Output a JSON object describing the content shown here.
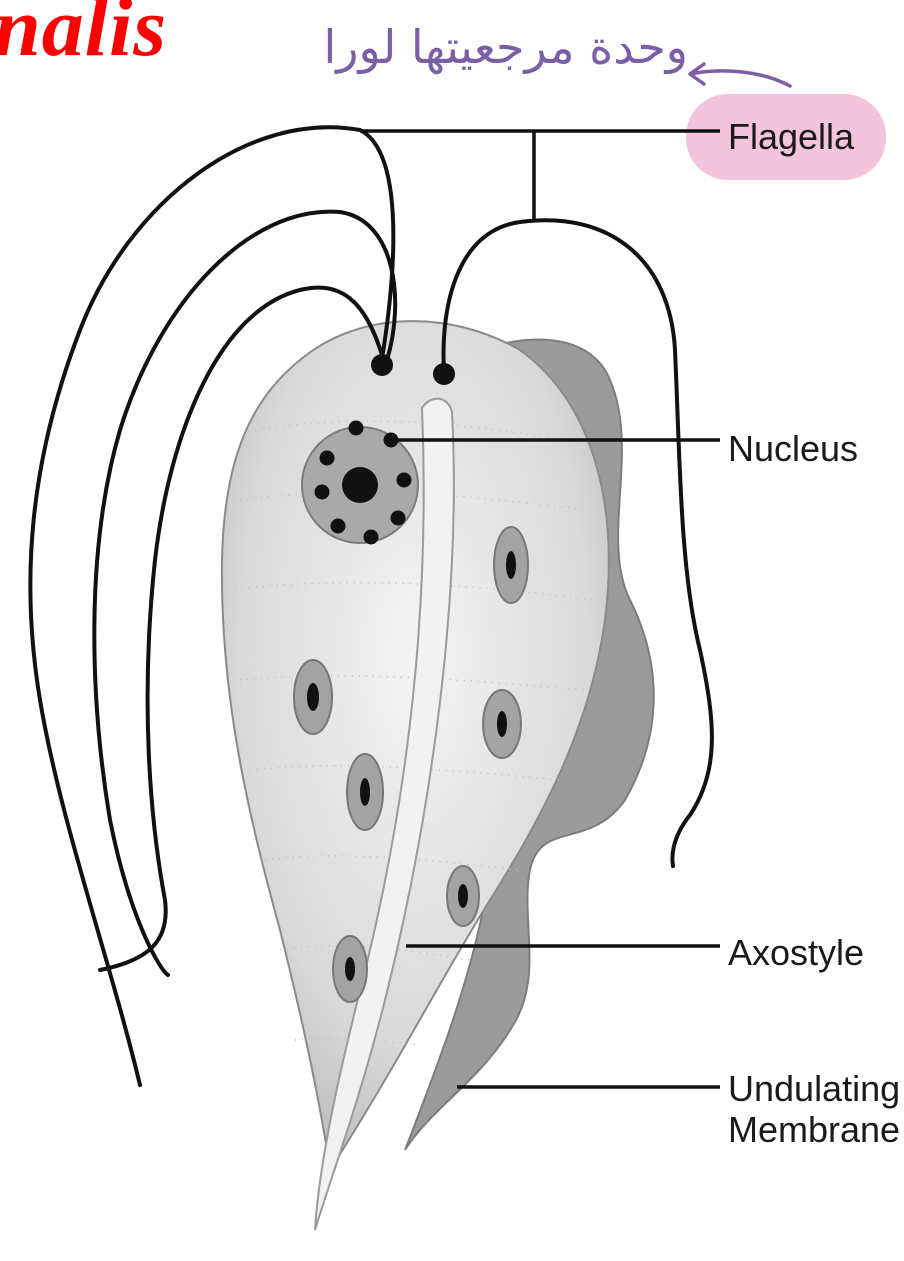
{
  "title_fragment": "nalis",
  "handwritten_note": "وحدة مرجعيتها لورا",
  "labels": {
    "flagella": "Flagella",
    "nucleus": "Nucleus",
    "axostyle": "Axostyle",
    "undulating_membrane_line1": "Undulating",
    "undulating_membrane_line2": "Membrane"
  },
  "colors": {
    "title": "#ff0000",
    "annotation_ink": "#7a5ea6",
    "highlight": "#f3c4dc"
  }
}
